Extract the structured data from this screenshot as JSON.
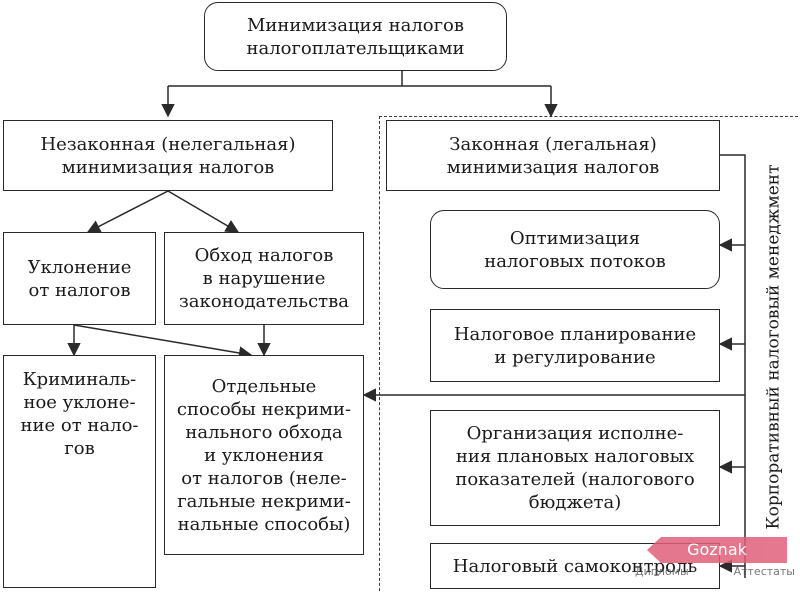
{
  "diagram": {
    "nodes": {
      "root": "Минимизация налогов\nналогоплательщиками",
      "illegal": "Незаконная (нелегальная)\nминимизация налогов",
      "legal": "Законная (легальная)\nминимизация налогов",
      "evasion": "Уклонение\nот налогов",
      "bypass": "Обход налогов\nв нарушение\nзаконодательства",
      "criminal": "Криминаль-\nное уклоне-\nние от нало-\nгов",
      "separate": "Отдельные\nспособы некрими-\nнального обхода\nи уклонения\nот налогов (неле-\nгальные некрими-\nнальные способы)",
      "optimization": "Оптимизация\nналоговых потоков",
      "planning": "Налоговое планирование\nи регулирование",
      "organization": "Организация исполне-\nния плановых налоговых\nпоказателей (налогового\nбюджета)",
      "selfcontrol": "Налоговый самоконтроль"
    },
    "side_label": "Корпоративный налоговый менеджмент"
  },
  "watermark": {
    "brand": "Goznak",
    "left_text": "Дипломы",
    "right_text": "Аттестаты"
  },
  "colors": {
    "line": "#2a2a2a",
    "watermark": "#e0607a"
  }
}
